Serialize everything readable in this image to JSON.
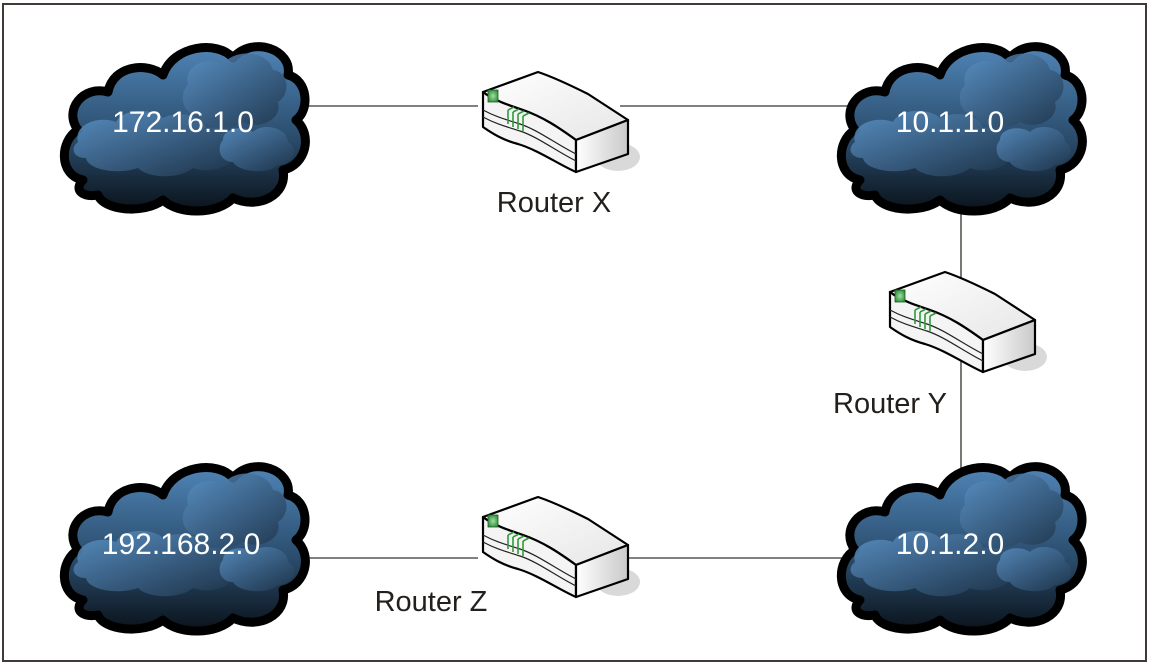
{
  "diagram": {
    "type": "network-topology",
    "colors": {
      "cloud_light": "#5b8fc0",
      "cloud_dark": "#0d1620",
      "cloud_outline": "#000000",
      "router_body": "#f2f2f2",
      "router_led": "#2f9a3a",
      "link": "#5a5550",
      "frame": "#3f3a37"
    },
    "networks": [
      {
        "id": "net-172",
        "label": "172.16.1.0"
      },
      {
        "id": "net-10-1-1",
        "label": "10.1.1.0"
      },
      {
        "id": "net-10-1-2",
        "label": "10.1.2.0"
      },
      {
        "id": "net-192",
        "label": "192.168.2.0"
      }
    ],
    "routers": [
      {
        "id": "router-x",
        "label": "Router X"
      },
      {
        "id": "router-y",
        "label": "Router Y"
      },
      {
        "id": "router-z",
        "label": "Router Z"
      }
    ],
    "links": [
      {
        "from": "net-172",
        "to": "router-x"
      },
      {
        "from": "router-x",
        "to": "net-10-1-1"
      },
      {
        "from": "net-10-1-1",
        "to": "router-y"
      },
      {
        "from": "router-y",
        "to": "net-10-1-2"
      },
      {
        "from": "net-10-1-2",
        "to": "router-z"
      },
      {
        "from": "router-z",
        "to": "net-192"
      }
    ]
  }
}
